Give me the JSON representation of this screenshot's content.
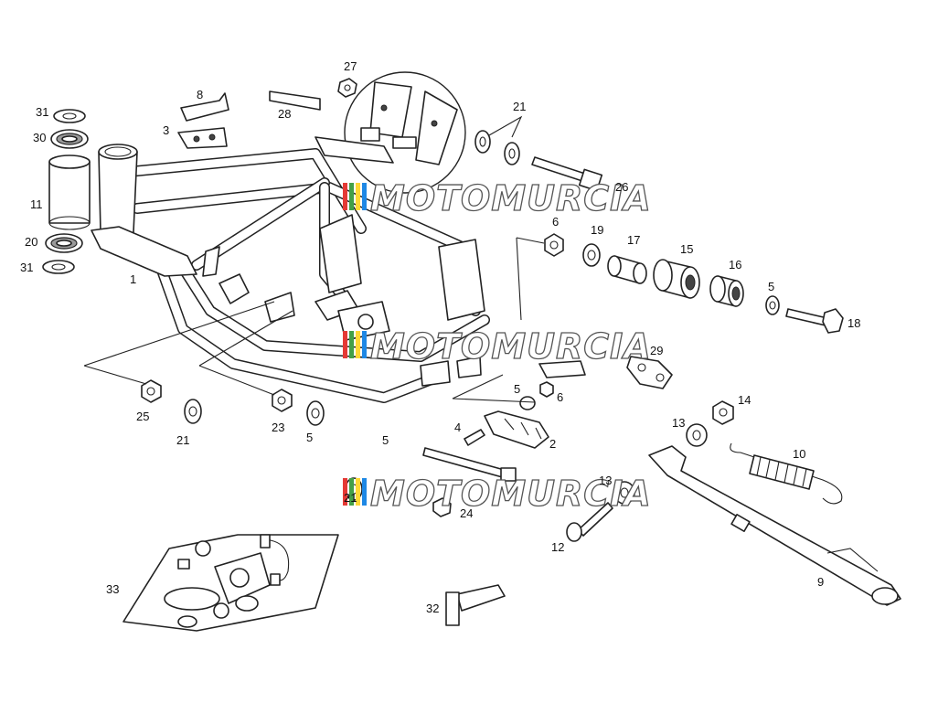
{
  "watermark": {
    "text": "MOTOMURCIA",
    "colors": [
      "#e53935",
      "#43a047",
      "#fdd835",
      "#1e88e5"
    ]
  },
  "callouts": [
    {
      "id": "c1",
      "text": "1"
    },
    {
      "id": "c2",
      "text": "2"
    },
    {
      "id": "c3",
      "text": "3"
    },
    {
      "id": "c4",
      "text": "4"
    },
    {
      "id": "c5a",
      "text": "5"
    },
    {
      "id": "c5b",
      "text": "5"
    },
    {
      "id": "c5c",
      "text": "5"
    },
    {
      "id": "c5d",
      "text": "5"
    },
    {
      "id": "c6a",
      "text": "6"
    },
    {
      "id": "c6b",
      "text": "6"
    },
    {
      "id": "c8",
      "text": "8"
    },
    {
      "id": "c9",
      "text": "9"
    },
    {
      "id": "c10",
      "text": "10"
    },
    {
      "id": "c11",
      "text": "11"
    },
    {
      "id": "c12",
      "text": "12"
    },
    {
      "id": "c13a",
      "text": "13"
    },
    {
      "id": "c13b",
      "text": "13"
    },
    {
      "id": "c14",
      "text": "14"
    },
    {
      "id": "c15",
      "text": "15"
    },
    {
      "id": "c16",
      "text": "16"
    },
    {
      "id": "c17",
      "text": "17"
    },
    {
      "id": "c18",
      "text": "18"
    },
    {
      "id": "c19",
      "text": "19"
    },
    {
      "id": "c20",
      "text": "20"
    },
    {
      "id": "c21a",
      "text": "21"
    },
    {
      "id": "c21b",
      "text": "21"
    },
    {
      "id": "c21c",
      "text": "21"
    },
    {
      "id": "c23",
      "text": "23"
    },
    {
      "id": "c24",
      "text": "24"
    },
    {
      "id": "c25",
      "text": "25"
    },
    {
      "id": "c26",
      "text": "26"
    },
    {
      "id": "c27",
      "text": "27"
    },
    {
      "id": "c28",
      "text": "28"
    },
    {
      "id": "c29",
      "text": "29"
    },
    {
      "id": "c30",
      "text": "30"
    },
    {
      "id": "c31a",
      "text": "31"
    },
    {
      "id": "c31b",
      "text": "31"
    },
    {
      "id": "c32",
      "text": "32"
    },
    {
      "id": "c33",
      "text": "33"
    }
  ]
}
